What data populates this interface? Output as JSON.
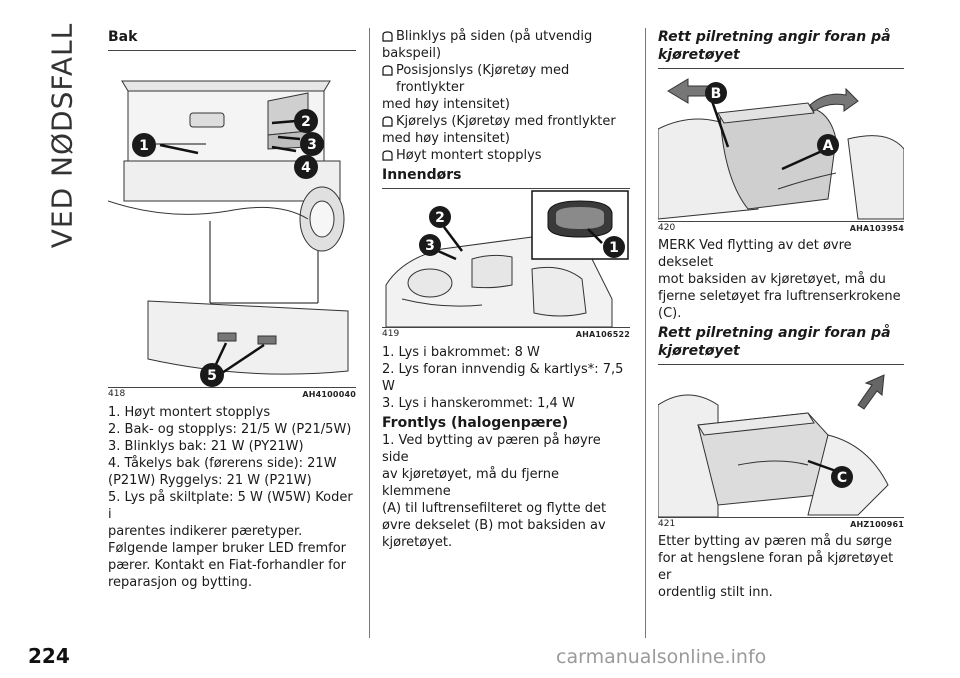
{
  "side_title": "VED NØDSFALL",
  "page_number": "224",
  "watermark": "carmanualsonline.info",
  "col1": {
    "heading": "Bak",
    "figure": {
      "number": "418",
      "code": "AH4100040",
      "callouts": [
        "1",
        "2",
        "3",
        "4",
        "5"
      ]
    },
    "lines": [
      "1. Høyt montert stopplys",
      "2. Bak- og stopplys: 21/5 W (P21/5W)",
      "3. Blinklys bak: 21 W (PY21W)",
      "4. Tåkelys bak (førerens side): 21W",
      "(P21W) Ryggelys: 21 W (P21W)",
      "5. Lys på skiltplate: 5 W (W5W) Koder i",
      "parentes indikerer pæretyper.",
      "Følgende lamper bruker LED fremfor",
      "pærer. Kontakt en Fiat-forhandler for",
      "reparasjon og bytting."
    ]
  },
  "col2": {
    "icon_items": [
      {
        "icon": "lamp-icon",
        "lines": [
          "Blinklys på siden (på utvendig",
          "bakspeil)"
        ]
      },
      {
        "icon": "lamp-icon",
        "lines": [
          "Posisjonslys (Kjøretøy med frontlykter",
          "med høy intensitet)"
        ]
      },
      {
        "icon": "lamp-icon",
        "lines": [
          "Kjørelys (Kjøretøy med frontlykter",
          "med høy intensitet)"
        ]
      },
      {
        "icon": "lamp-icon",
        "lines": [
          "Høyt montert stopplys"
        ]
      }
    ],
    "heading": "Innendørs",
    "figure": {
      "number": "419",
      "code": "AHA106522",
      "callouts": [
        "1",
        "2",
        "3"
      ]
    },
    "lines_a": [
      "1. Lys i bakrommet: 8 W",
      "2. Lys foran innvendig & kartlys*: 7,5 W",
      "3. Lys i hanskerommet: 1,4 W"
    ],
    "heading2": "Frontlys (halogenpære)",
    "lines_b": [
      "1. Ved bytting av pæren på høyre side",
      "av kjøretøyet, må du fjerne klemmene",
      "(A) til luftrensefilteret og flytte det",
      "øvre dekselet (B) mot baksiden av",
      "kjøretøyet."
    ]
  },
  "col3": {
    "heading_lines": [
      "Rett pilretning angir foran på",
      "kjøretøyet"
    ],
    "figure1": {
      "number": "420",
      "code": "AHA103954",
      "callouts": [
        "A",
        "B"
      ]
    },
    "lines_a": [
      "MERK Ved flytting av det øvre dekselet",
      "mot baksiden av kjøretøyet, må du",
      "fjerne seletøyet fra luftrenserkrokene",
      "(C)."
    ],
    "heading2_lines": [
      "Rett pilretning angir foran på",
      "kjøretøyet"
    ],
    "figure2": {
      "number": "421",
      "code": "AHZ100961",
      "callouts": [
        "C"
      ]
    },
    "lines_b": [
      "Etter bytting av pæren må du sørge",
      "for at hengslene foran på kjøretøyet er",
      "ordentlig stilt inn."
    ]
  }
}
